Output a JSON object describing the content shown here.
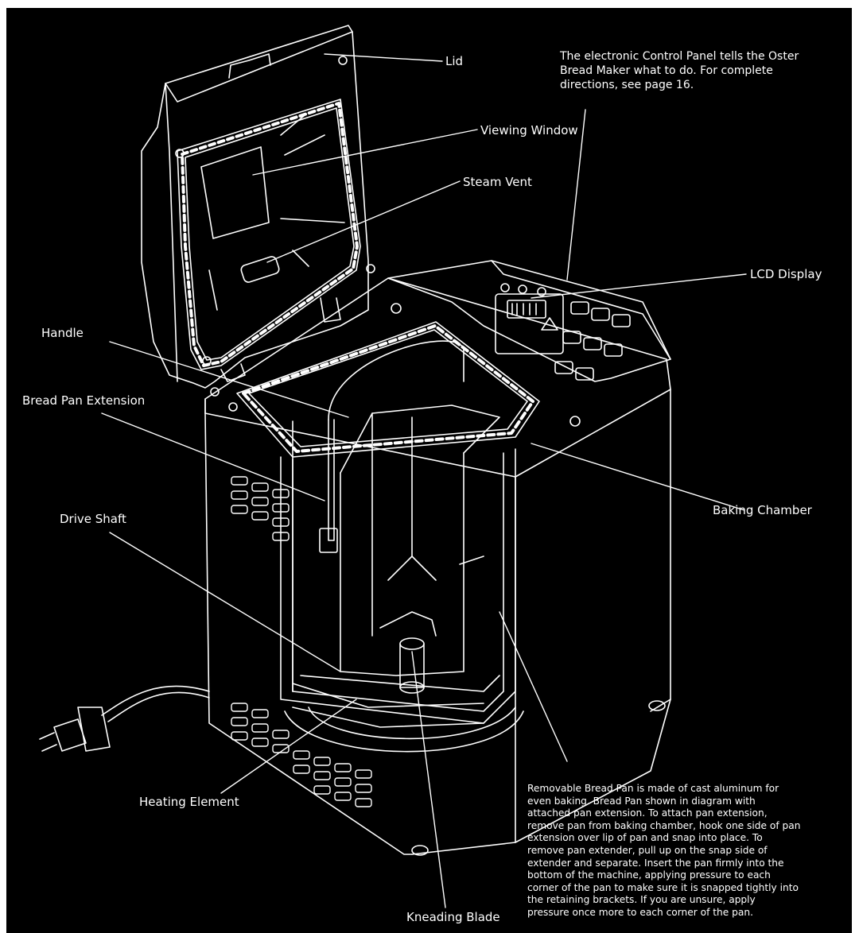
{
  "colors": {
    "background": "#000000",
    "line": "#ffffff"
  },
  "labels": {
    "lid": "Lid",
    "viewing_window": "Viewing Window",
    "steam_vent": "Steam Vent",
    "lcd_display": "LCD Display",
    "handle": "Handle",
    "bread_pan_extension": "Bread Pan Extension",
    "baking_chamber": "Baking Chamber",
    "drive_shaft": "Drive Shaft",
    "heating_element": "Heating Element",
    "kneading_blade": "Kneading Blade"
  },
  "notes": {
    "control_panel": [
      "The electronic Control Panel tells the Oster",
      "Bread Maker what to do.  For complete",
      "directions, see page 16."
    ],
    "bread_pan": [
      "Removable Bread Pan is made of cast aluminum for",
      "even baking.  Bread Pan shown in diagram with",
      "attached pan extension.  To attach pan extension,",
      "remove pan from baking chamber, hook one side of pan",
      "extension over lip of pan and snap into place.  To",
      "remove pan extender, pull up on the snap side of",
      "extender and separate.  Insert the pan firmly into the",
      "bottom of the machine, applying pressure to each",
      "corner of the pan to make sure it is snapped tightly into",
      "the retaining brackets.  If you are unsure, apply",
      "pressure once more to each corner of the pan."
    ]
  }
}
